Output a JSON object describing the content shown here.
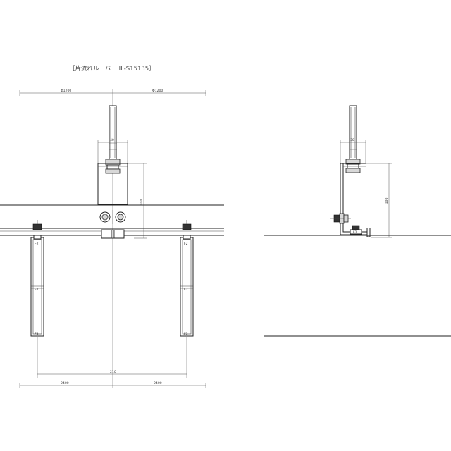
{
  "title": "［片流れルーバー IL-S15135］",
  "dimensions": {
    "top_left": "Φ1200",
    "top_right": "Φ1200",
    "bolt_width_front": "40",
    "bolt_width_side": "30",
    "hanger_height_front": "100",
    "hanger_height_side": "100",
    "louver_span": "210",
    "bottom_left": "2400",
    "bottom_right": "2400"
  },
  "part_labels": {
    "front_top_left": "F2",
    "front_top_right": "F2",
    "front_mid_left": "F2",
    "front_mid_right": "F2",
    "front_bot_left": "F3",
    "front_bot_right": "F3",
    "side_clip": "F2"
  }
}
